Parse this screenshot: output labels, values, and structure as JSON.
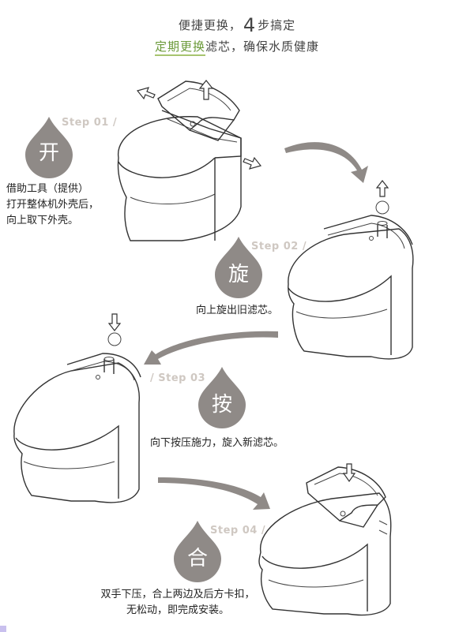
{
  "header": {
    "line1_a": "便捷更换，",
    "line1_num": "4",
    "line1_b": "步搞定",
    "line2_highlight": "定期更换",
    "line2_rest": "滤芯，确保水质健康"
  },
  "steps": [
    {
      "label": "Step 01 /",
      "char": "开",
      "lines": [
        "借助工具（提供）",
        "打开整体机外壳后，",
        "向上取下外壳。"
      ]
    },
    {
      "label": "Step 02 /",
      "char": "旋",
      "lines": [
        "向上旋出旧滤芯。"
      ]
    },
    {
      "label": "/ Step 03",
      "char": "按",
      "lines": [
        "向下按压施力，旋入新滤芯。"
      ]
    },
    {
      "label": "Step 04 /",
      "char": "合",
      "lines": [
        "双手下压，合上两边及后方卡扣，",
        "无松动，即完成安装。"
      ]
    }
  ],
  "colors": {
    "drop": "#8f8a87",
    "highlight": "#6b9a3a",
    "step_label": "#cfc8c2"
  }
}
